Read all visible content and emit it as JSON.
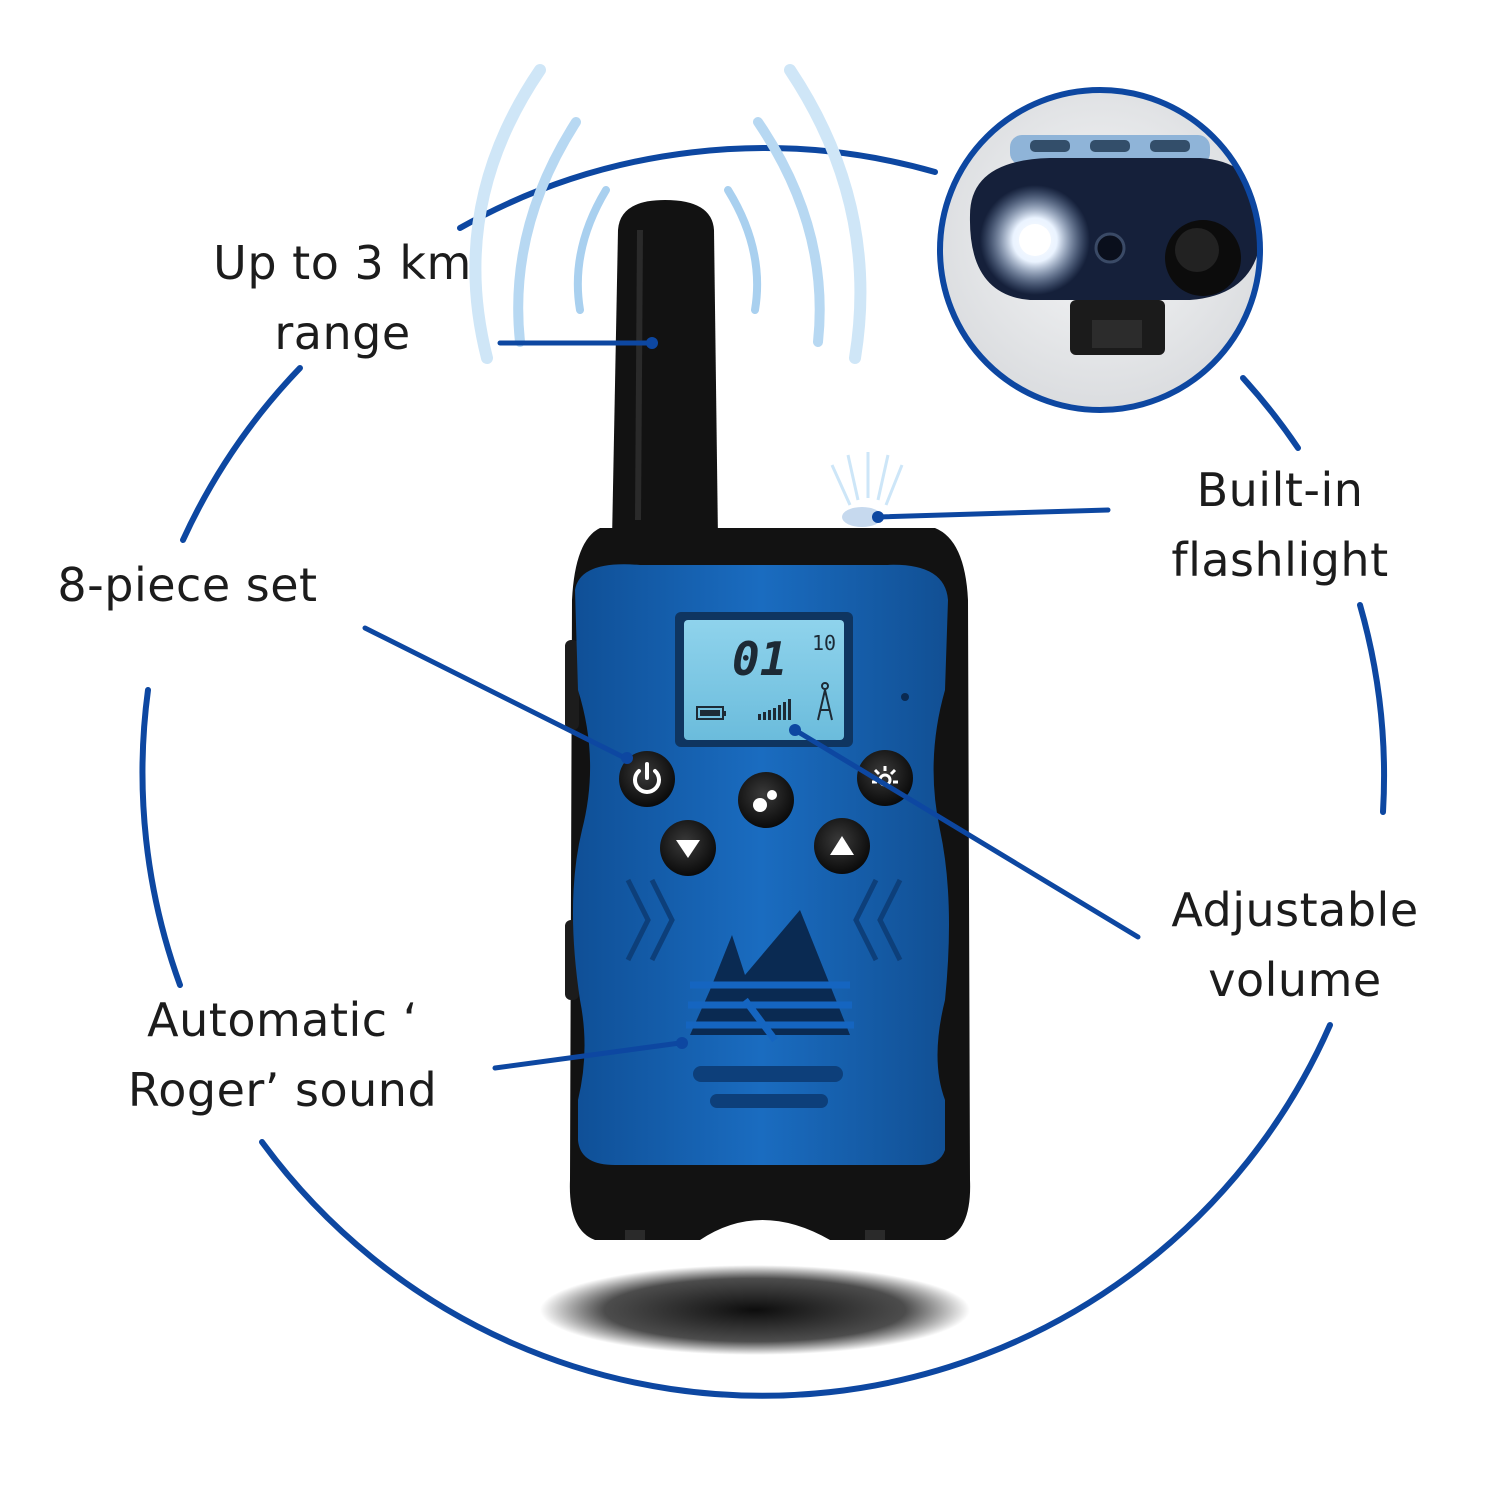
{
  "callouts": {
    "range": [
      "Up to 3 km",
      "range"
    ],
    "set": [
      "8-piece set"
    ],
    "flashlight": [
      "Built-in",
      "flashlight"
    ],
    "volume": [
      "Adjustable",
      "volume"
    ],
    "roger": [
      "Automatic ‘",
      "Roger’ sound"
    ]
  },
  "lcd": {
    "channel": "01",
    "sub_channel": "10"
  },
  "colors": {
    "ring": "#0d47a1",
    "body_blue": "#1565c0",
    "screen": "#7ec8e3"
  },
  "icons": [
    "power-icon",
    "settings-gears-icon",
    "flashlight-icon",
    "arrow-down-icon",
    "arrow-up-icon",
    "battery-icon",
    "signal-bars-icon",
    "antenna-tower-icon"
  ]
}
